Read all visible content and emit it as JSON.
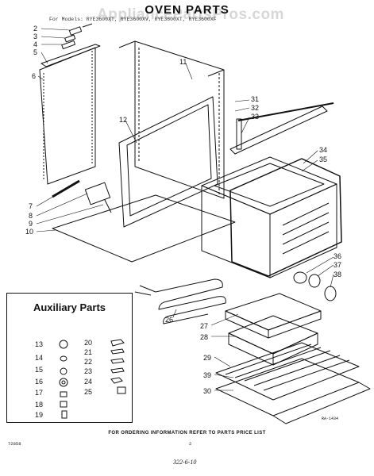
{
  "watermark": "AppliancePartsPros.com",
  "title": "OVEN PARTS",
  "models_line": "For Models: RYE3600XT, RYE3600XV, RYE3600XT, RYE3600XF",
  "aux_title": "Auxiliary Parts",
  "footer_note": "FOR ORDERING INFORMATION REFER TO PARTS PRICE LIST",
  "footer_left": "72858",
  "footer_page": "2",
  "footer_bottom": "322-6-10",
  "ref_code": "RA-1434",
  "callouts": {
    "c2": "2",
    "c3": "3",
    "c4": "4",
    "c5": "5",
    "c6": "6",
    "c7": "7",
    "c8": "8",
    "c9": "9",
    "c10": "10",
    "c11": "11",
    "c12": "12",
    "c31": "31",
    "c32": "32",
    "c33": "33",
    "c34": "34",
    "c35": "35",
    "c36": "36",
    "c37": "37",
    "c38": "38",
    "c26": "26",
    "c27": "27",
    "c28": "28",
    "c29": "29",
    "c39": "39",
    "c30": "30"
  },
  "aux_callouts": {
    "c13": "13",
    "c14": "14",
    "c15": "15",
    "c16": "16",
    "c17": "17",
    "c18": "18",
    "c19": "19",
    "c20": "20",
    "c21": "21",
    "c22": "22",
    "c23": "23",
    "c24": "24",
    "c25": "25"
  }
}
